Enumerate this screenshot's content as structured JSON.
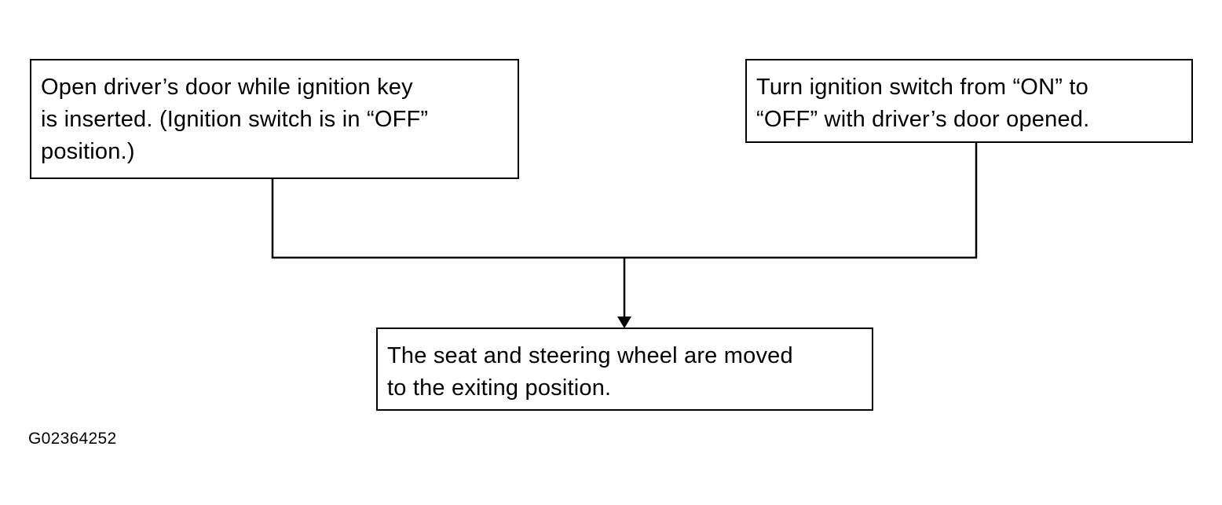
{
  "boxes": {
    "left": {
      "lines": [
        "Open driver’s door while ignition key",
        "is inserted. (Ignition switch is in “OFF”",
        "position.)"
      ]
    },
    "right": {
      "lines": [
        "Turn ignition switch from “ON” to",
        "“OFF” with driver’s door opened."
      ]
    },
    "bottom": {
      "lines": [
        "The seat and steering wheel are moved",
        "to the exiting position."
      ]
    }
  },
  "figure_code": "G02364252",
  "colors": {
    "line": "#000000",
    "background": "#ffffff"
  }
}
